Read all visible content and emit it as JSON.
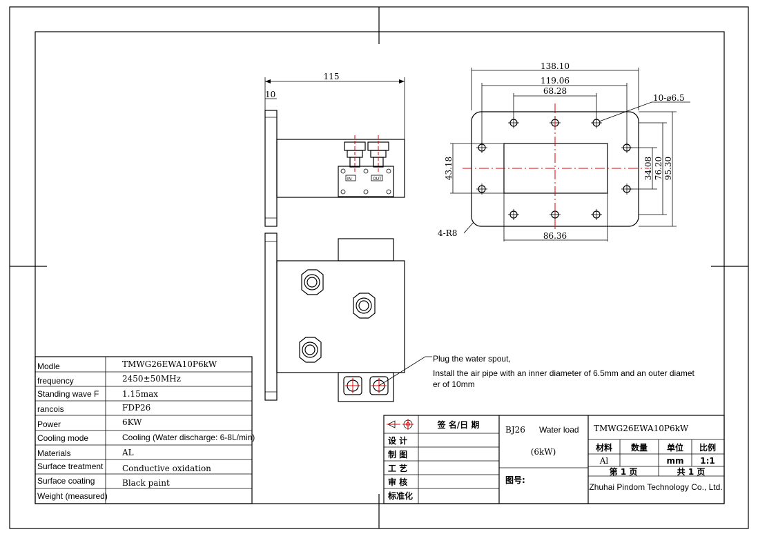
{
  "dimensions": {
    "d115": "115",
    "d10": "10",
    "d138": "138.10",
    "d119": "119.06",
    "d68": "68.28",
    "holes": "10-⌀6.5",
    "d43": "43.18",
    "d34": "34.08",
    "d76": "76.20",
    "d95": "95.30",
    "r8": "4-R8",
    "d86": "86.36"
  },
  "ports": {
    "in": "IN",
    "out": "OUT"
  },
  "note": {
    "line1": "Plug the water spout,",
    "line2": "Install the air pipe with an inner diameter of 6.5mm and an outer diamet",
    "line3": "er of 10mm"
  },
  "spec_table": [
    {
      "label": "Modle",
      "value": "TMWG26EWA10P6kW"
    },
    {
      "label": "frequency",
      "value": "2450±50MHz"
    },
    {
      "label": "Standing wave F",
      "value": "1.15max"
    },
    {
      "label": "rancois",
      "value": "FDP26"
    },
    {
      "label": "Power",
      "value": "6KW"
    },
    {
      "label": "Cooling mode",
      "value": "Cooling (Water discharge: 6-8L/min)"
    },
    {
      "label": "Materials",
      "value": "AL"
    },
    {
      "label": "Surface treatment",
      "value": "Conductive oxidation"
    },
    {
      "label": "Surface coating",
      "value": "Black paint"
    },
    {
      "label": "Weight (measured)",
      "value": ""
    }
  ],
  "title_block": {
    "sign_date": "签 名/日 期",
    "rows": [
      "设  计",
      "制  图",
      "工  艺",
      "审  核",
      "标准化"
    ],
    "product_line1": "BJ26",
    "product_line1b": "Water load",
    "product_line2": "(6kW)",
    "drawing_no_label": "图号:",
    "model": "TMWG26EWA10P6kW",
    "headers": [
      "材料",
      "数量",
      "单位",
      "比例"
    ],
    "values": [
      "Al",
      "",
      "mm",
      "1:1"
    ],
    "page_of": "第  1  页",
    "page_total": "共  1  页",
    "company": "Zhuhai Pindom Technology Co., Ltd."
  }
}
